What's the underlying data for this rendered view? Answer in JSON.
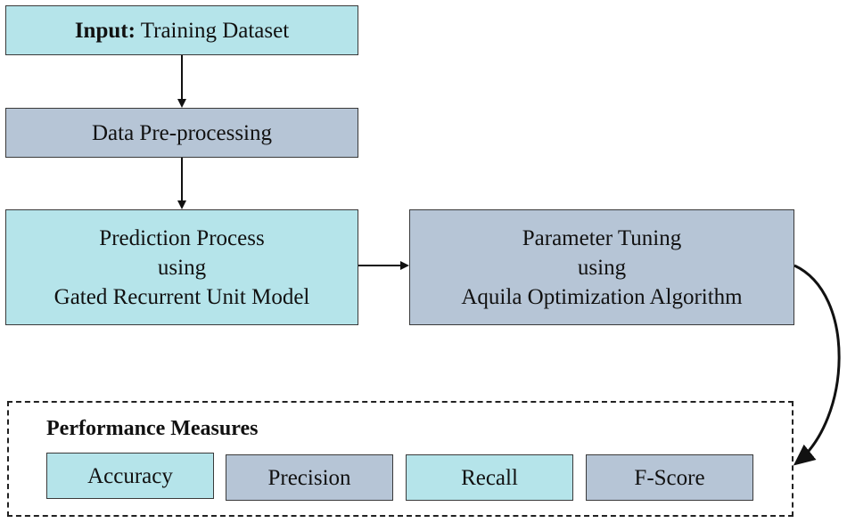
{
  "input_box": {
    "bold_label": "Input:",
    "text": "Training Dataset"
  },
  "preprocess_box": {
    "text": "Data Pre-processing"
  },
  "prediction_box": {
    "line1": "Prediction Process",
    "line2": "using",
    "line3": "Gated Recurrent Unit Model"
  },
  "tuning_box": {
    "line1": "Parameter Tuning",
    "line2": "using",
    "line3": "Aquila Optimization Algorithm"
  },
  "performance": {
    "title": "Performance Measures",
    "measures": [
      "Accuracy",
      "Precision",
      "Recall",
      "F-Score"
    ]
  },
  "colors": {
    "cyan_fill": "#b5e4ea",
    "slate_fill": "#b6c5d6",
    "border": "#3a3a3a"
  }
}
